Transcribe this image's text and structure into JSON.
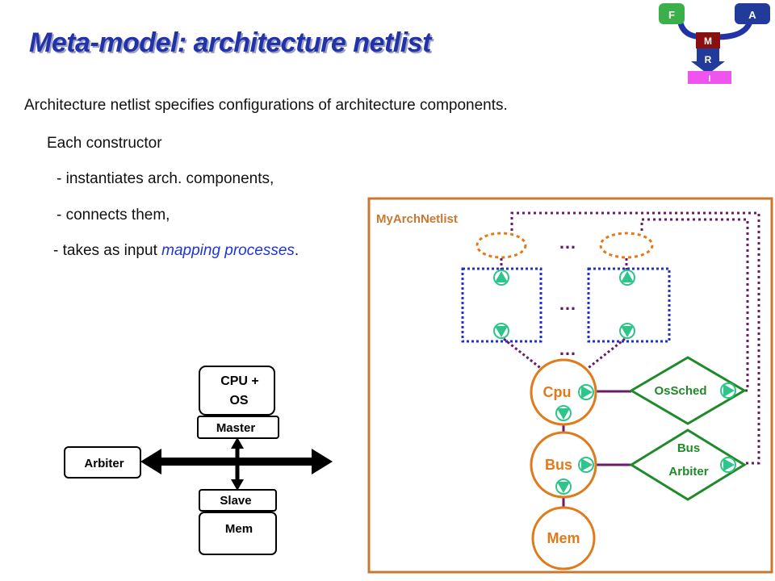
{
  "title": "Meta-model: architecture netlist",
  "intro": "Architecture netlist specifies configurations of architecture components.",
  "each_constructor": "Each constructor",
  "bullets": {
    "b1": "- instantiates arch. components,",
    "b2": "- connects them,",
    "b3_prefix": "- takes as input ",
    "b3_em": "mapping processes",
    "b3_suffix": "."
  },
  "corner_logo": {
    "f": "F",
    "a": "A",
    "m": "M",
    "r": "R",
    "i": "I"
  },
  "bus_diagram": {
    "cpu_os": "CPU +",
    "cpu_os_line2": "OS",
    "master": "Master",
    "arbiter": "Arbiter",
    "slave": "Slave",
    "mem": "Mem"
  },
  "netlist": {
    "title": "MyArchNetlist",
    "ellipsis_top": "…",
    "ellipsis_mid": "…",
    "ellipsis_low": "…",
    "cpu": "Cpu",
    "bus": "Bus",
    "mem": "Mem",
    "ossched": "OsSched",
    "bus_arbiter_1": "Bus",
    "bus_arbiter_2": "Arbiter"
  },
  "colors": {
    "title": "#2233a8",
    "netlist_frame": "#c87830",
    "orange": "#e07a1a",
    "purple": "#6a1a6a",
    "blue_dotted": "#2030d0",
    "green_port": "#2fc48a",
    "diamond": "#1f8a2a"
  }
}
